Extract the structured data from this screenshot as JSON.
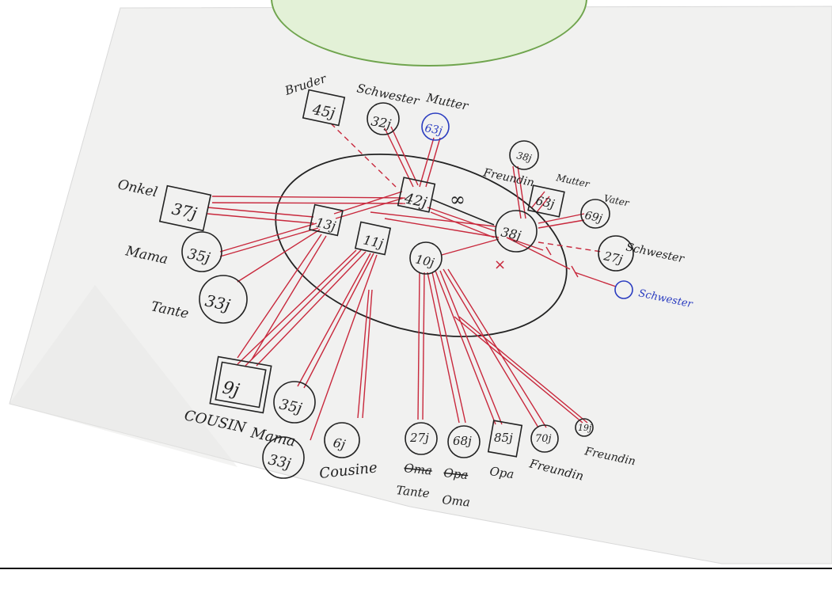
{
  "photo": {
    "note": "",
    "ego_node": "42j",
    "inner": {
      "n13": "13j",
      "n11": "11j",
      "n10": "10j",
      "n38": "38j",
      "infinity": "∞"
    },
    "top": {
      "bruder_label": "Bruder",
      "bruder_age": "45j",
      "schwester_label": "Schwester",
      "schwester_age": "32j",
      "mutter_label": "Mutter",
      "mutter_age": "63j"
    },
    "left": {
      "onkel_label": "Onkel",
      "onkel_age": "37j",
      "mama_label": "Mama",
      "mama_age": "35j",
      "tante_label": "Tante",
      "tante_age": "33j"
    },
    "right": {
      "freundin_age": "38j",
      "freundin_label": "Freundin",
      "mutter_age": "63j",
      "mutter_label": "Mutter",
      "vater_age": "69j",
      "vater_label": "Vater",
      "schwester_age": "27j",
      "schwester_label": "Schwester",
      "schwester2_label": "Schwester"
    },
    "bottom": {
      "cousin_age": "9j",
      "cousin_label": "COUSIN",
      "mama_age": "35j",
      "mama_label": "Mama",
      "cousine_age": "6j",
      "extra_age": "33j",
      "cousine_label": "Cousine",
      "n27": "27j",
      "n68": "68j",
      "n85": "85j",
      "n70": "70j",
      "n19": "19j",
      "oma_crossed": "Oma",
      "opa_crossed": "Opa",
      "tante_label": "Tante",
      "oma_label": "Oma",
      "opa_label": "Opa",
      "freundin1_label": "Freundin",
      "freundin2_label": "Freundin"
    }
  }
}
